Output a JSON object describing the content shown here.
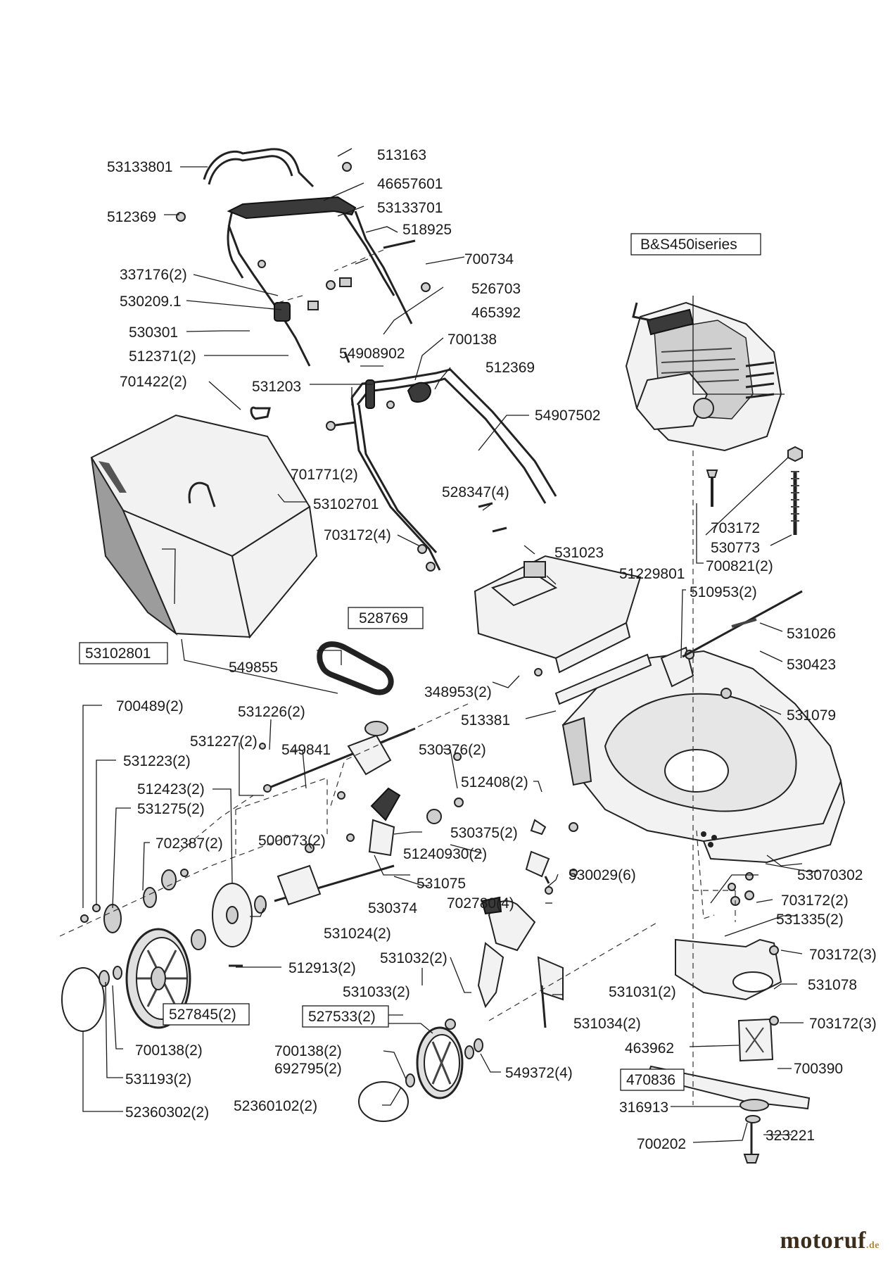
{
  "diagram": {
    "labels": [
      {
        "id": "53133801",
        "text": "53133801"
      },
      {
        "id": "513163",
        "text": "513163"
      },
      {
        "id": "46657601",
        "text": "46657601"
      },
      {
        "id": "53133701",
        "text": "53133701"
      },
      {
        "id": "512369a",
        "text": "512369"
      },
      {
        "id": "518925",
        "text": "518925"
      },
      {
        "id": "700734",
        "text": "700734"
      },
      {
        "id": "337176",
        "text": "337176(2)"
      },
      {
        "id": "5302091",
        "text": "530209.1"
      },
      {
        "id": "526703",
        "text": "526703"
      },
      {
        "id": "465392",
        "text": "465392"
      },
      {
        "id": "530301",
        "text": "530301"
      },
      {
        "id": "54908902",
        "text": "54908902"
      },
      {
        "id": "700138a",
        "text": "700138"
      },
      {
        "id": "512371",
        "text": "512371(2)"
      },
      {
        "id": "512369b",
        "text": "512369"
      },
      {
        "id": "701422",
        "text": "701422(2)"
      },
      {
        "id": "531203",
        "text": "531203"
      },
      {
        "id": "54907502",
        "text": "54907502"
      },
      {
        "id": "701771",
        "text": "701771(2)"
      },
      {
        "id": "528347",
        "text": "528347(4)"
      },
      {
        "id": "53102701",
        "text": "53102701"
      },
      {
        "id": "703172x4",
        "text": "703172(4)"
      },
      {
        "id": "531023",
        "text": "531023"
      },
      {
        "id": "51229801",
        "text": "51229801"
      },
      {
        "id": "703172a",
        "text": "703172"
      },
      {
        "id": "530773",
        "text": "530773"
      },
      {
        "id": "700821",
        "text": "700821(2)"
      },
      {
        "id": "510953",
        "text": "510953(2)"
      },
      {
        "id": "531026",
        "text": "531026"
      },
      {
        "id": "530423",
        "text": "530423"
      },
      {
        "id": "549855",
        "text": "549855"
      },
      {
        "id": "348953",
        "text": "348953(2)"
      },
      {
        "id": "700489",
        "text": "700489(2)"
      },
      {
        "id": "531226",
        "text": "531226(2)"
      },
      {
        "id": "531079",
        "text": "531079"
      },
      {
        "id": "513381",
        "text": "513381"
      },
      {
        "id": "531227",
        "text": "531227(2)"
      },
      {
        "id": "549841",
        "text": "549841"
      },
      {
        "id": "531223",
        "text": "531223(2)"
      },
      {
        "id": "530376",
        "text": "530376(2)"
      },
      {
        "id": "512423",
        "text": "512423(2)"
      },
      {
        "id": "512408",
        "text": "512408(2)"
      },
      {
        "id": "531275",
        "text": "531275(2)"
      },
      {
        "id": "500073",
        "text": "500073(2)"
      },
      {
        "id": "530375",
        "text": "530375(2)"
      },
      {
        "id": "702387",
        "text": "702387(2)"
      },
      {
        "id": "51240930",
        "text": "51240930(2)"
      },
      {
        "id": "530029",
        "text": "530029(6)"
      },
      {
        "id": "53070302",
        "text": "53070302"
      },
      {
        "id": "531075",
        "text": "531075"
      },
      {
        "id": "702780",
        "text": "702780(4)"
      },
      {
        "id": "703172x2",
        "text": "703172(2)"
      },
      {
        "id": "530374",
        "text": "530374"
      },
      {
        "id": "531335",
        "text": "531335(2)"
      },
      {
        "id": "531024",
        "text": "531024(2)"
      },
      {
        "id": "703172x3a",
        "text": "703172(3)"
      },
      {
        "id": "531032",
        "text": "531032(2)"
      },
      {
        "id": "512913",
        "text": "512913(2)"
      },
      {
        "id": "531078",
        "text": "531078"
      },
      {
        "id": "531031",
        "text": "531031(2)"
      },
      {
        "id": "531033",
        "text": "531033(2)"
      },
      {
        "id": "531034",
        "text": "531034(2)"
      },
      {
        "id": "703172x3b",
        "text": "703172(3)"
      },
      {
        "id": "700138b",
        "text": "700138(2)"
      },
      {
        "id": "463962",
        "text": "463962"
      },
      {
        "id": "700138c",
        "text": "700138(2)"
      },
      {
        "id": "692795",
        "text": "692795(2)"
      },
      {
        "id": "549372",
        "text": "549372(4)"
      },
      {
        "id": "700390",
        "text": "700390"
      },
      {
        "id": "531193",
        "text": "531193(2)"
      },
      {
        "id": "52360102",
        "text": "52360102(2)"
      },
      {
        "id": "316913",
        "text": "316913"
      },
      {
        "id": "52360302",
        "text": "52360302(2)"
      },
      {
        "id": "700202",
        "text": "700202"
      },
      {
        "id": "323221",
        "text": "323221"
      }
    ],
    "boxed_labels": [
      {
        "id": "engine",
        "text": "B&S450iseries"
      },
      {
        "id": "53102801",
        "text": "53102801"
      },
      {
        "id": "528769",
        "text": "528769"
      },
      {
        "id": "527845",
        "text": "527845(2)"
      },
      {
        "id": "527533",
        "text": "527533(2)"
      },
      {
        "id": "470836",
        "text": "470836"
      }
    ]
  },
  "watermark": {
    "brand": "motoruf",
    "tld": ".de"
  }
}
